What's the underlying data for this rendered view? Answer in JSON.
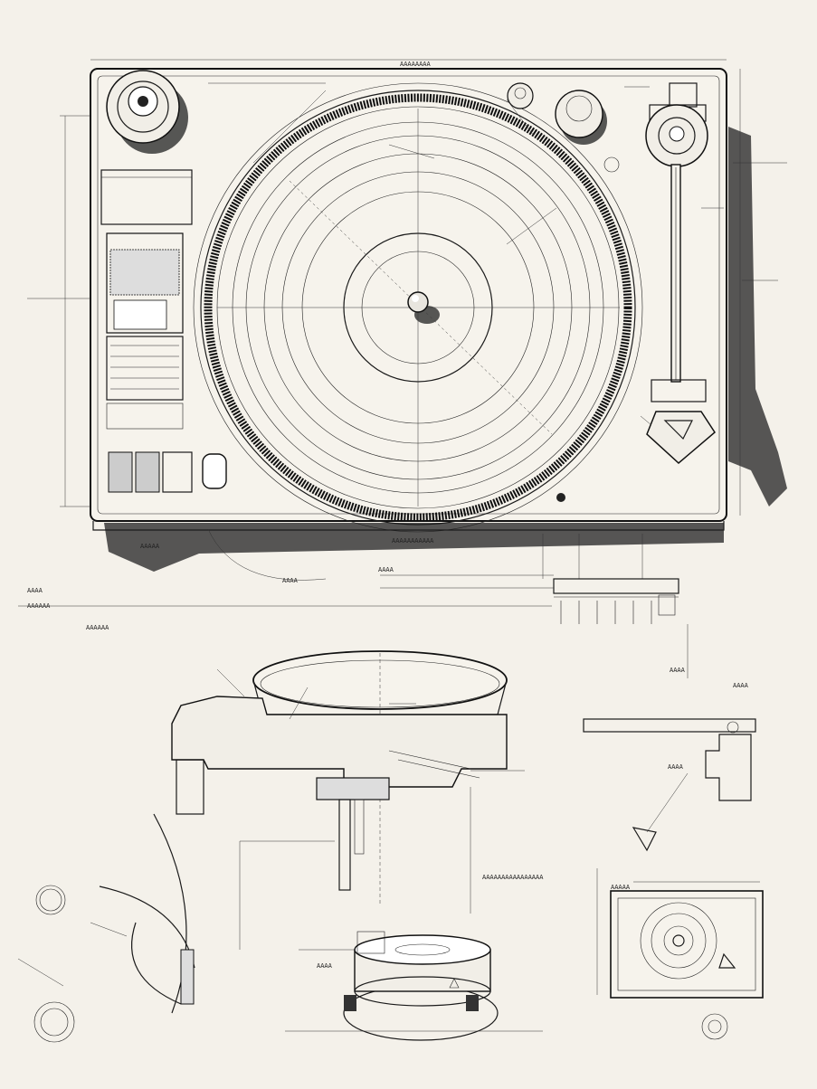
{
  "colors": {
    "paper": "#f4f1ea",
    "ink": "#1a1a1a",
    "shadow": "#3a3a3a"
  },
  "icons": [
    "platter-icon",
    "tonearm-icon",
    "spindle-icon",
    "knob-icon",
    "cartridge-icon"
  ],
  "labels": {
    "top_dimension": "AAAAAAAA",
    "base_caption": "AAAAAAAAAAA",
    "left_note_1": "AAAA",
    "left_note_2": "AAAAAA",
    "side_note": "AAAAAA",
    "tag_1": "AAAAA",
    "tag_2": "AAAA",
    "tag_3": "AAAA",
    "assembly_caption": "AAAAAAAAAAAAAAAA",
    "motor_label": "AAAA",
    "right_tag_1": "AAAA",
    "right_tag_2": "AAAA",
    "detail_label": "AAAA",
    "bottom_label": "AAAAA"
  }
}
